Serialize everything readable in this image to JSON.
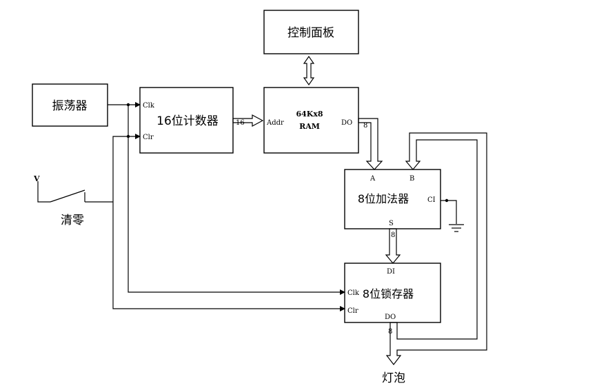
{
  "blocks": {
    "control_panel": "控制面板",
    "oscillator": "振荡器",
    "counter": "16位计数器",
    "ram_line1": "64Kx8",
    "ram_line2": "RAM",
    "adder": "8位加法器",
    "latch": "8位锁存器"
  },
  "labels": {
    "clear": "清零",
    "voltage": "V",
    "lamp": "灯泡"
  },
  "pins": {
    "counter_clk": "Clk",
    "counter_clr": "Clr",
    "ram_addr": "Addr",
    "ram_dout": "DO",
    "bus16": "16",
    "adder_a": "A",
    "adder_b": "B",
    "adder_ci": "CI",
    "adder_s": "S",
    "latch_di": "DI",
    "latch_clk": "Clk",
    "latch_clr": "Clr",
    "latch_dout": "DO",
    "bus8_ram": "8",
    "bus8_adder": "8",
    "bus8_latch": "8"
  }
}
